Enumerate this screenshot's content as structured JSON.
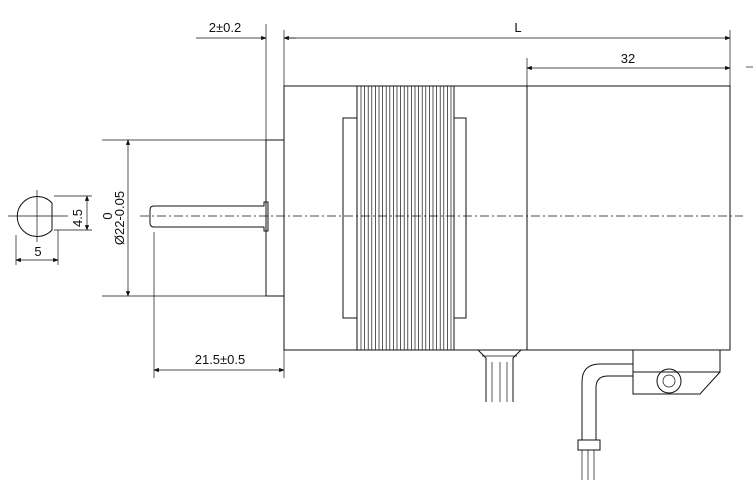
{
  "drawing": {
    "dimensions": {
      "flange_thickness": "2±0.2",
      "total_length": "L",
      "rear_length": "32",
      "pilot_diameter_upper": "0",
      "pilot_diameter_lower": "Ø22-0.05",
      "shaft_flat_height": "4.5",
      "shaft_width": "5",
      "shaft_length": "21.5±0.5"
    }
  }
}
